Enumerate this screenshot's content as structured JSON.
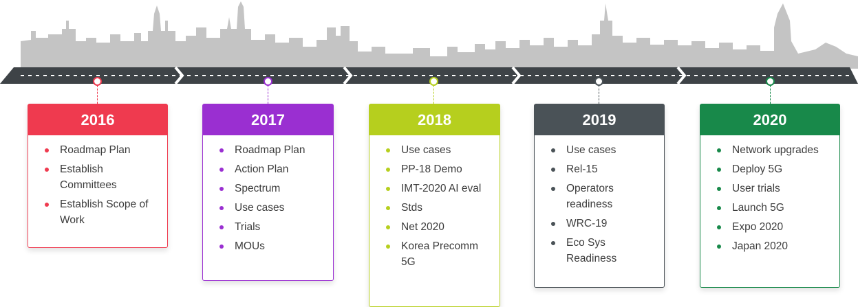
{
  "milestones": [
    {
      "year": "2016",
      "color": "#ef3a4f",
      "items": [
        "Roadmap Plan",
        "Establish Committees",
        "Establish Scope of Work"
      ]
    },
    {
      "year": "2017",
      "color": "#9a2fd1",
      "items": [
        "Roadmap Plan",
        "Action Plan",
        "Spectrum",
        "Use cases",
        "Trials",
        "MOUs"
      ]
    },
    {
      "year": "2018",
      "color": "#b6cf1e",
      "items": [
        "Use cases",
        "PP-18 Demo",
        "IMT-2020 AI eval",
        "Stds",
        "Net 2020",
        "Korea Precomm 5G"
      ]
    },
    {
      "year": "2019",
      "color": "#4a5257",
      "items": [
        "Use cases",
        "Rel-15",
        "Operators readiness",
        "WRC-19",
        "Eco Sys Readiness"
      ]
    },
    {
      "year": "2020",
      "color": "#18894a",
      "items": [
        "Network upgrades",
        "Deploy 5G",
        "User trials",
        "Launch 5G",
        "Expo 2020",
        "Japan 2020"
      ]
    }
  ]
}
